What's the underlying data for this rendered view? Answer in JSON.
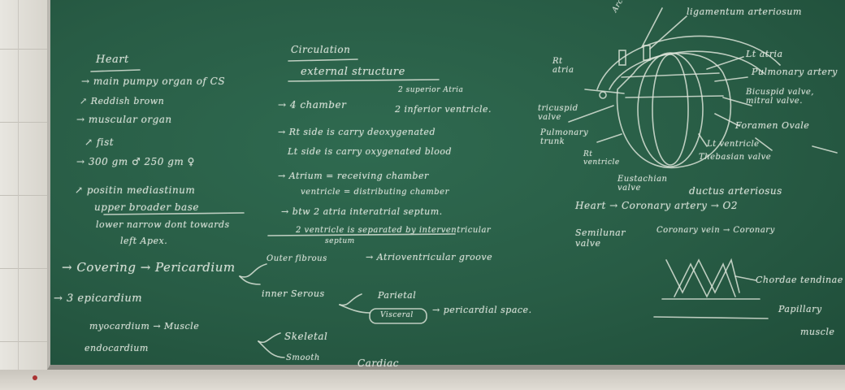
{
  "left": {
    "heading": "Heart",
    "lines": [
      "→ main pumpy organ of CS",
      "↗ Reddish brown",
      "→ muscular organ",
      "↗ fist",
      "→ 300 gm ♂ 250 gm ♀",
      "↗ positin mediastinum",
      "upper broader base",
      "lower narrow dont towards",
      "left Apex.",
      "→ Covering → Pericardium",
      "Outer fibrous",
      "inner Serous",
      "Parietal",
      "Visceral",
      "→ pericardial space.",
      "→ 3 epicardium",
      "myocardium → Muscle",
      "endocardium",
      "Skeletal",
      "Smooth",
      "Cardiac"
    ]
  },
  "middle": {
    "heading": "Circulation",
    "subheading": "external structure",
    "lines": [
      "→ 4 chamber",
      "2 superior Atria",
      "2 inferior ventricle.",
      "→ Rt side is carry deoxygenated",
      "Lt side is carry oxygenated blood",
      "→ Atrium = receiving chamber",
      "ventricle = distributing chamber",
      "→ btw 2 atria interatrial septum.",
      "2 ventricle is separated by interventricular",
      "septum",
      "→ Atrioventricular groove"
    ]
  },
  "right": {
    "labels": [
      "Rt atria",
      "Arch of aorta",
      "ligamentum arteriosum",
      "Lt atria",
      "Pulmonary artery",
      "Bicuspid valve, mitral valve.",
      "tricuspid valve",
      "Pulmonary trunk",
      "Rt ventricle",
      "Foramen Ovale",
      "Lt ventricle",
      "Thebasian valve",
      "Eustachian valve",
      "ductus arteriosus",
      "Heart → Coronary artery → O2",
      "Coronary vein → Coronary",
      "Semilunar valve",
      "Chordae tendinae",
      "Papillary",
      "muscle"
    ]
  }
}
